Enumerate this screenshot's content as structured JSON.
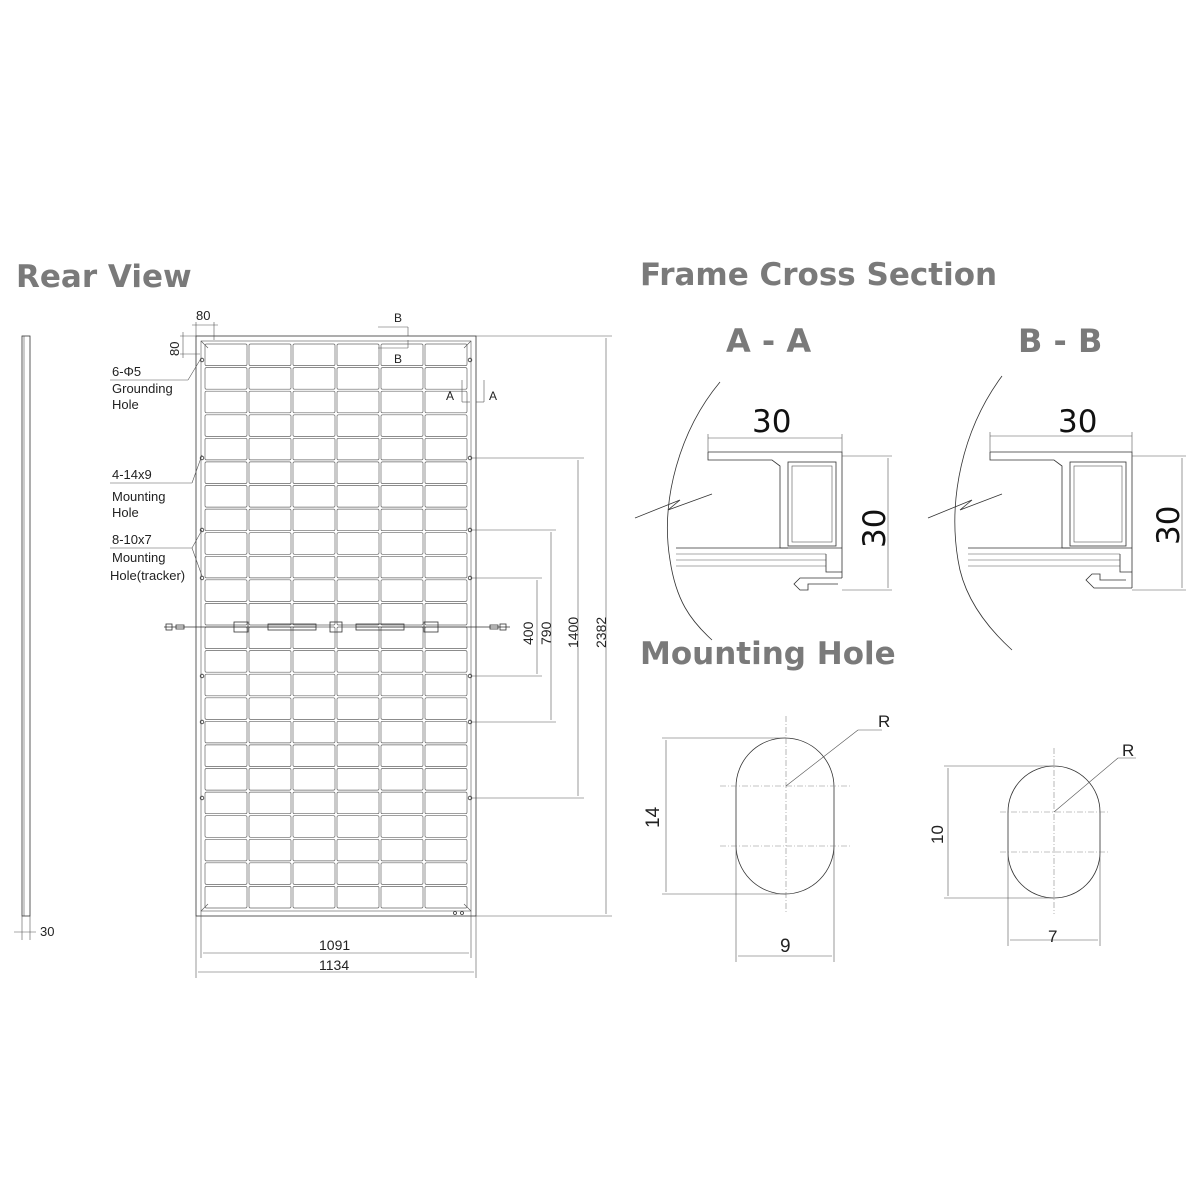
{
  "titles": {
    "rear_view": "Rear View",
    "frame_cross_section": "Frame Cross Section",
    "mounting_hole": "Mounting Hole"
  },
  "rear": {
    "dim_80_top": "80",
    "dim_80_side": "80",
    "grounding_qty": "6-Φ5",
    "grounding_l1": "Grounding",
    "grounding_l2": "Hole",
    "mount_qty": "4-14x9",
    "mount_l1": "Mounting",
    "mount_l2": "Hole",
    "tracker_qty": "8-10x7",
    "tracker_l1": "Mounting",
    "tracker_l2": "Hole(tracker)",
    "sec_b_top": "B",
    "sec_b_bottom": "B",
    "sec_a_left": "A",
    "sec_a_right": "A",
    "dim_400": "400",
    "dim_790": "790",
    "dim_1400": "1400",
    "dim_2382": "2382",
    "dim_1091": "1091",
    "dim_1134": "1134",
    "dim_side_30": "30"
  },
  "section_aa": {
    "label": "A - A",
    "width": "30",
    "height": "30"
  },
  "section_bb": {
    "label": "B - B",
    "width": "30",
    "height": "30"
  },
  "hole_large": {
    "radius_label": "R",
    "height": "14",
    "width": "9"
  },
  "hole_small": {
    "radius_label": "R",
    "height": "10",
    "width": "7"
  }
}
